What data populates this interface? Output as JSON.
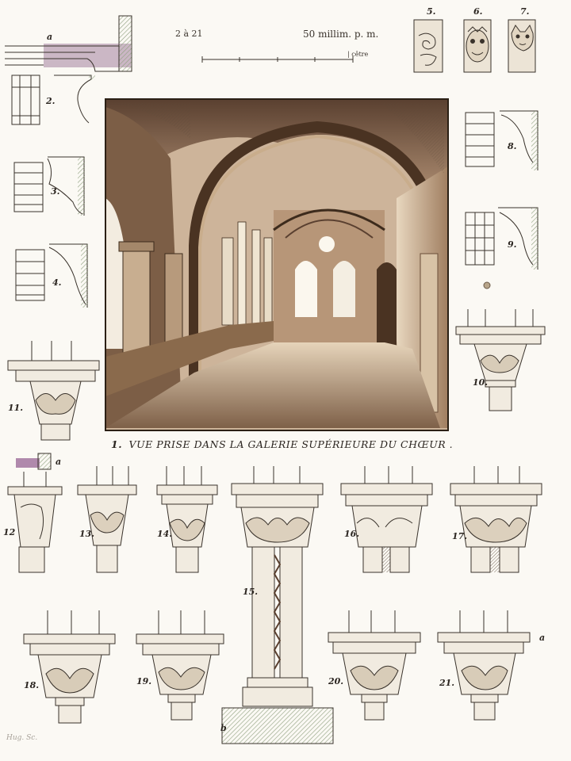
{
  "scale": {
    "left_text": "2 à 21",
    "right_text": "50 millim. p. m.",
    "sub_text": "| cêtre"
  },
  "caption": {
    "number": "1.",
    "text": "VUE PRISE DANS LA GALERIE SUPÉRIEURE DU CHŒUR ."
  },
  "figures": {
    "f2": "2.",
    "f3": "3.",
    "f4": "4.",
    "f5": "5.",
    "f6": "6.",
    "f7": "7.",
    "f8": "8.",
    "f9": "9.",
    "f10": "10.",
    "f11": "11.",
    "f12": "12",
    "f13": "13.",
    "f14": "14.",
    "f15": "15.",
    "f16": "16.",
    "f17": "17.",
    "f18": "18.",
    "f19": "19.",
    "f20": "20.",
    "f21": "21.",
    "a_top": "a",
    "a_mid": "a",
    "a_right": "a",
    "b_bottom": "b"
  },
  "signature": "Hug. Sc.",
  "colors": {
    "paper": "#fbf9f4",
    "ink": "#2b2520",
    "sepia_dark": "#3d2b1c",
    "sepia_mid": "#8a6a4c",
    "sepia_light": "#d9c3a4",
    "green_wash": "#a9b69a",
    "violet_wash": "#9d6d9a"
  }
}
